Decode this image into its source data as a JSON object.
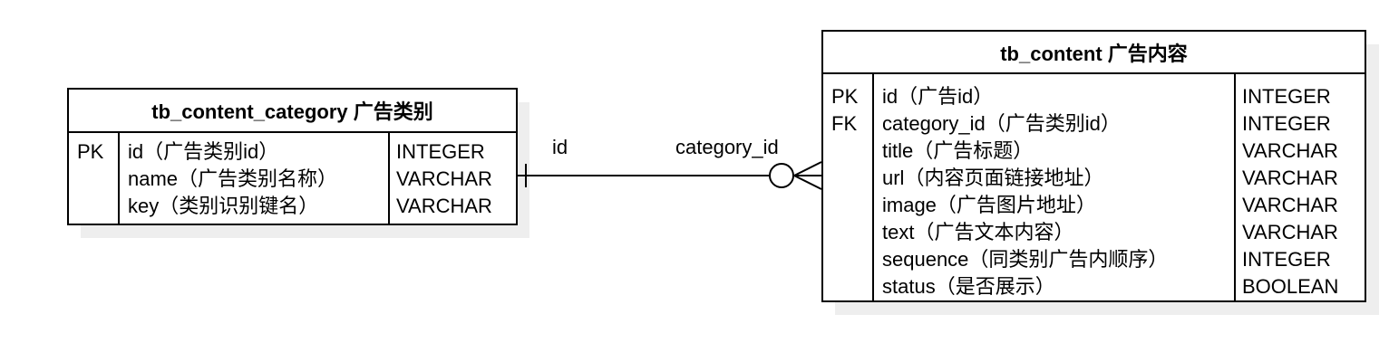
{
  "entities": {
    "category": {
      "title": "tb_content_category  广告类别",
      "keys": [
        "PK",
        "",
        ""
      ],
      "fields": [
        "id（广告类别id）",
        "name（广告类别名称）",
        "key（类别识别键名）"
      ],
      "types": [
        "INTEGER",
        "VARCHAR",
        "VARCHAR"
      ]
    },
    "content": {
      "title": "tb_content 广告内容",
      "keys": [
        "PK",
        "FK",
        "",
        "",
        "",
        "",
        "",
        ""
      ],
      "fields": [
        "id（广告id）",
        "category_id（广告类别id）",
        "title（广告标题）",
        "url（内容页面链接地址）",
        "image（广告图片地址）",
        "text（广告文本内容）",
        "sequence（同类别广告内顺序）",
        "status（是否展示）"
      ],
      "types": [
        "INTEGER",
        "INTEGER",
        "VARCHAR",
        "VARCHAR",
        "VARCHAR",
        "VARCHAR",
        "INTEGER",
        "BOOLEAN"
      ]
    }
  },
  "relationship": {
    "source_label": "id",
    "target_label": "category_id",
    "source_end": "one",
    "target_end": "zero-or-many"
  },
  "colors": {
    "line": "#000000",
    "shadow": "#eeeeee",
    "fill": "#ffffff"
  }
}
